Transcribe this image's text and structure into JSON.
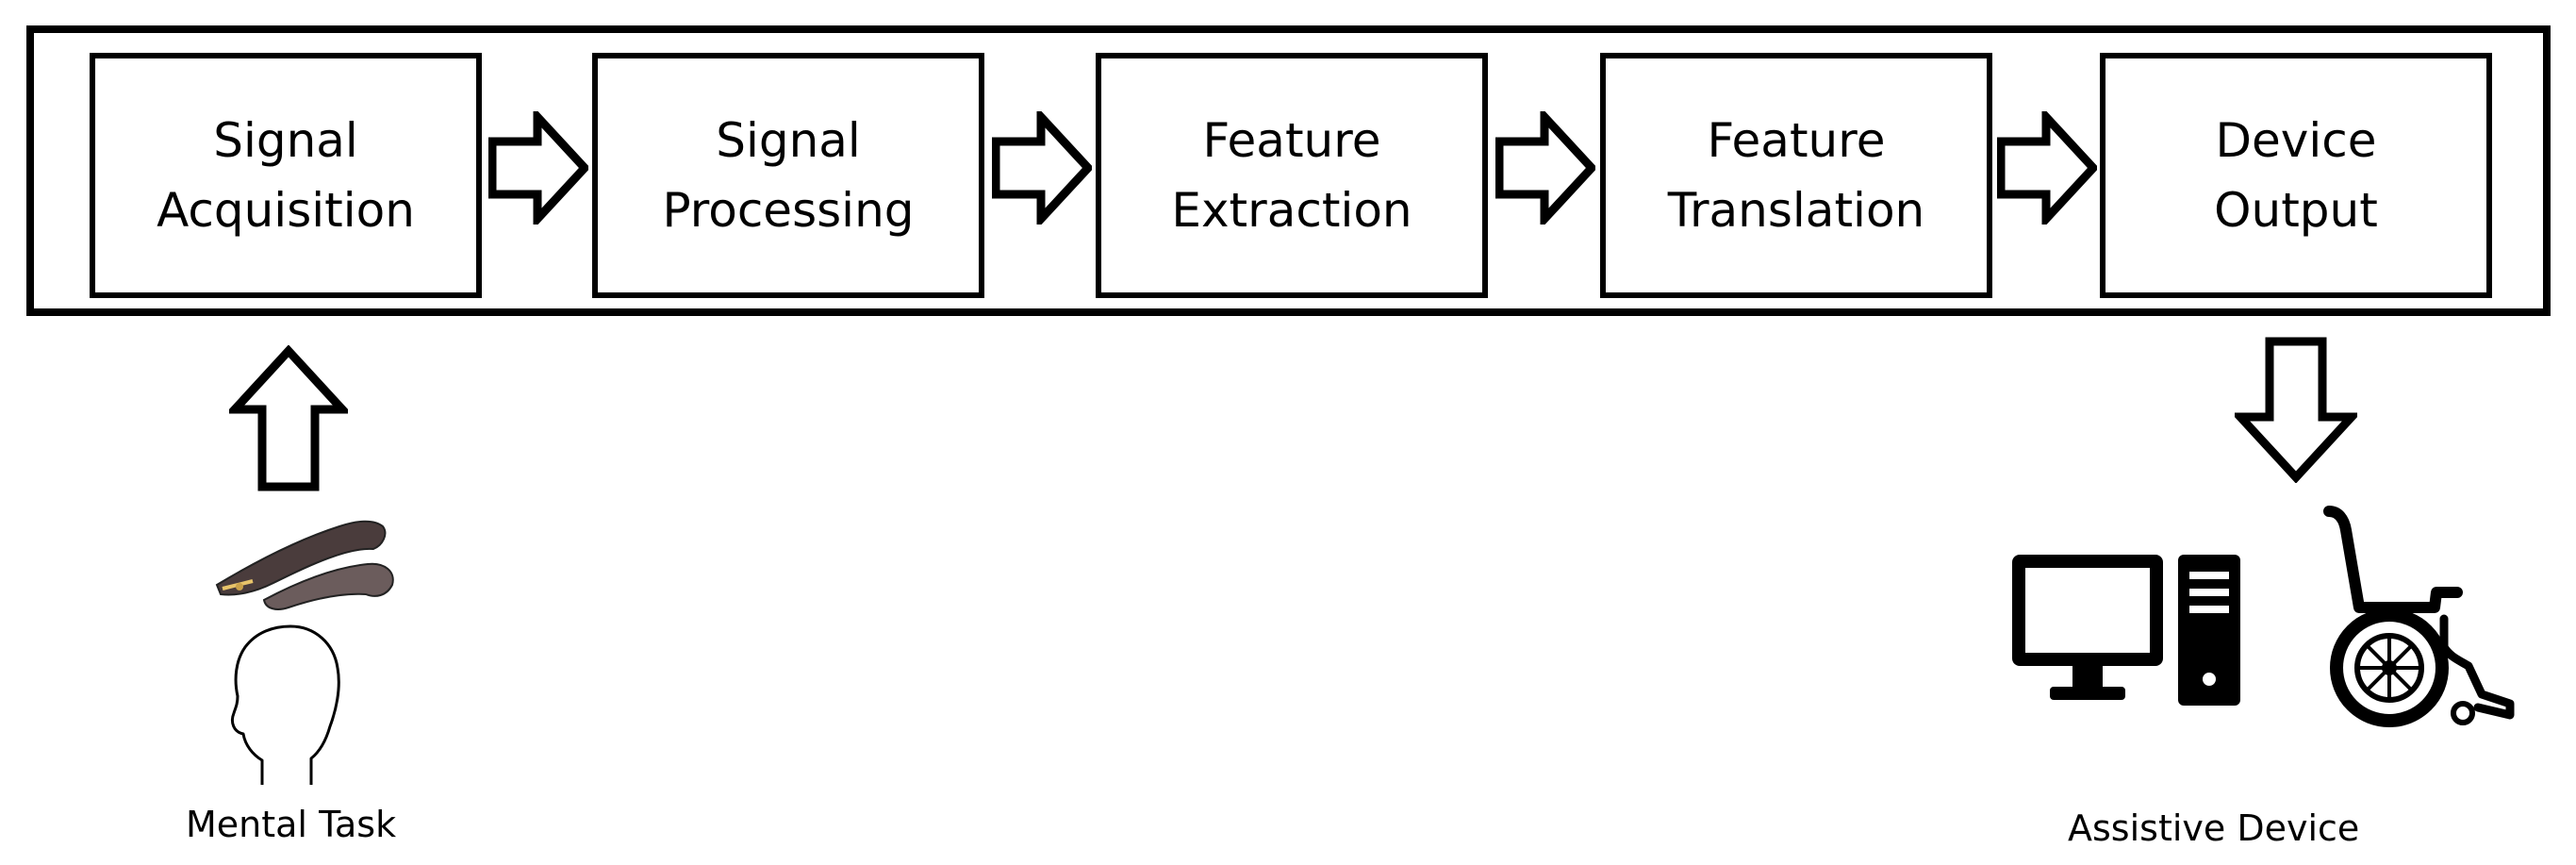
{
  "stages": [
    {
      "line1": "Signal",
      "line2": "Acquisition"
    },
    {
      "line1": "Signal",
      "line2": "Processing"
    },
    {
      "line1": "Feature",
      "line2": "Extraction"
    },
    {
      "line1": "Feature",
      "line2": "Translation"
    },
    {
      "line1": "Device",
      "line2": "Output"
    }
  ],
  "captions": {
    "input": "Mental Task",
    "output": "Assistive Device"
  },
  "icons": {
    "input": [
      "eeg-headset-icon",
      "head-silhouette-icon"
    ],
    "output": [
      "desktop-computer-icon",
      "wheelchair-icon"
    ]
  }
}
